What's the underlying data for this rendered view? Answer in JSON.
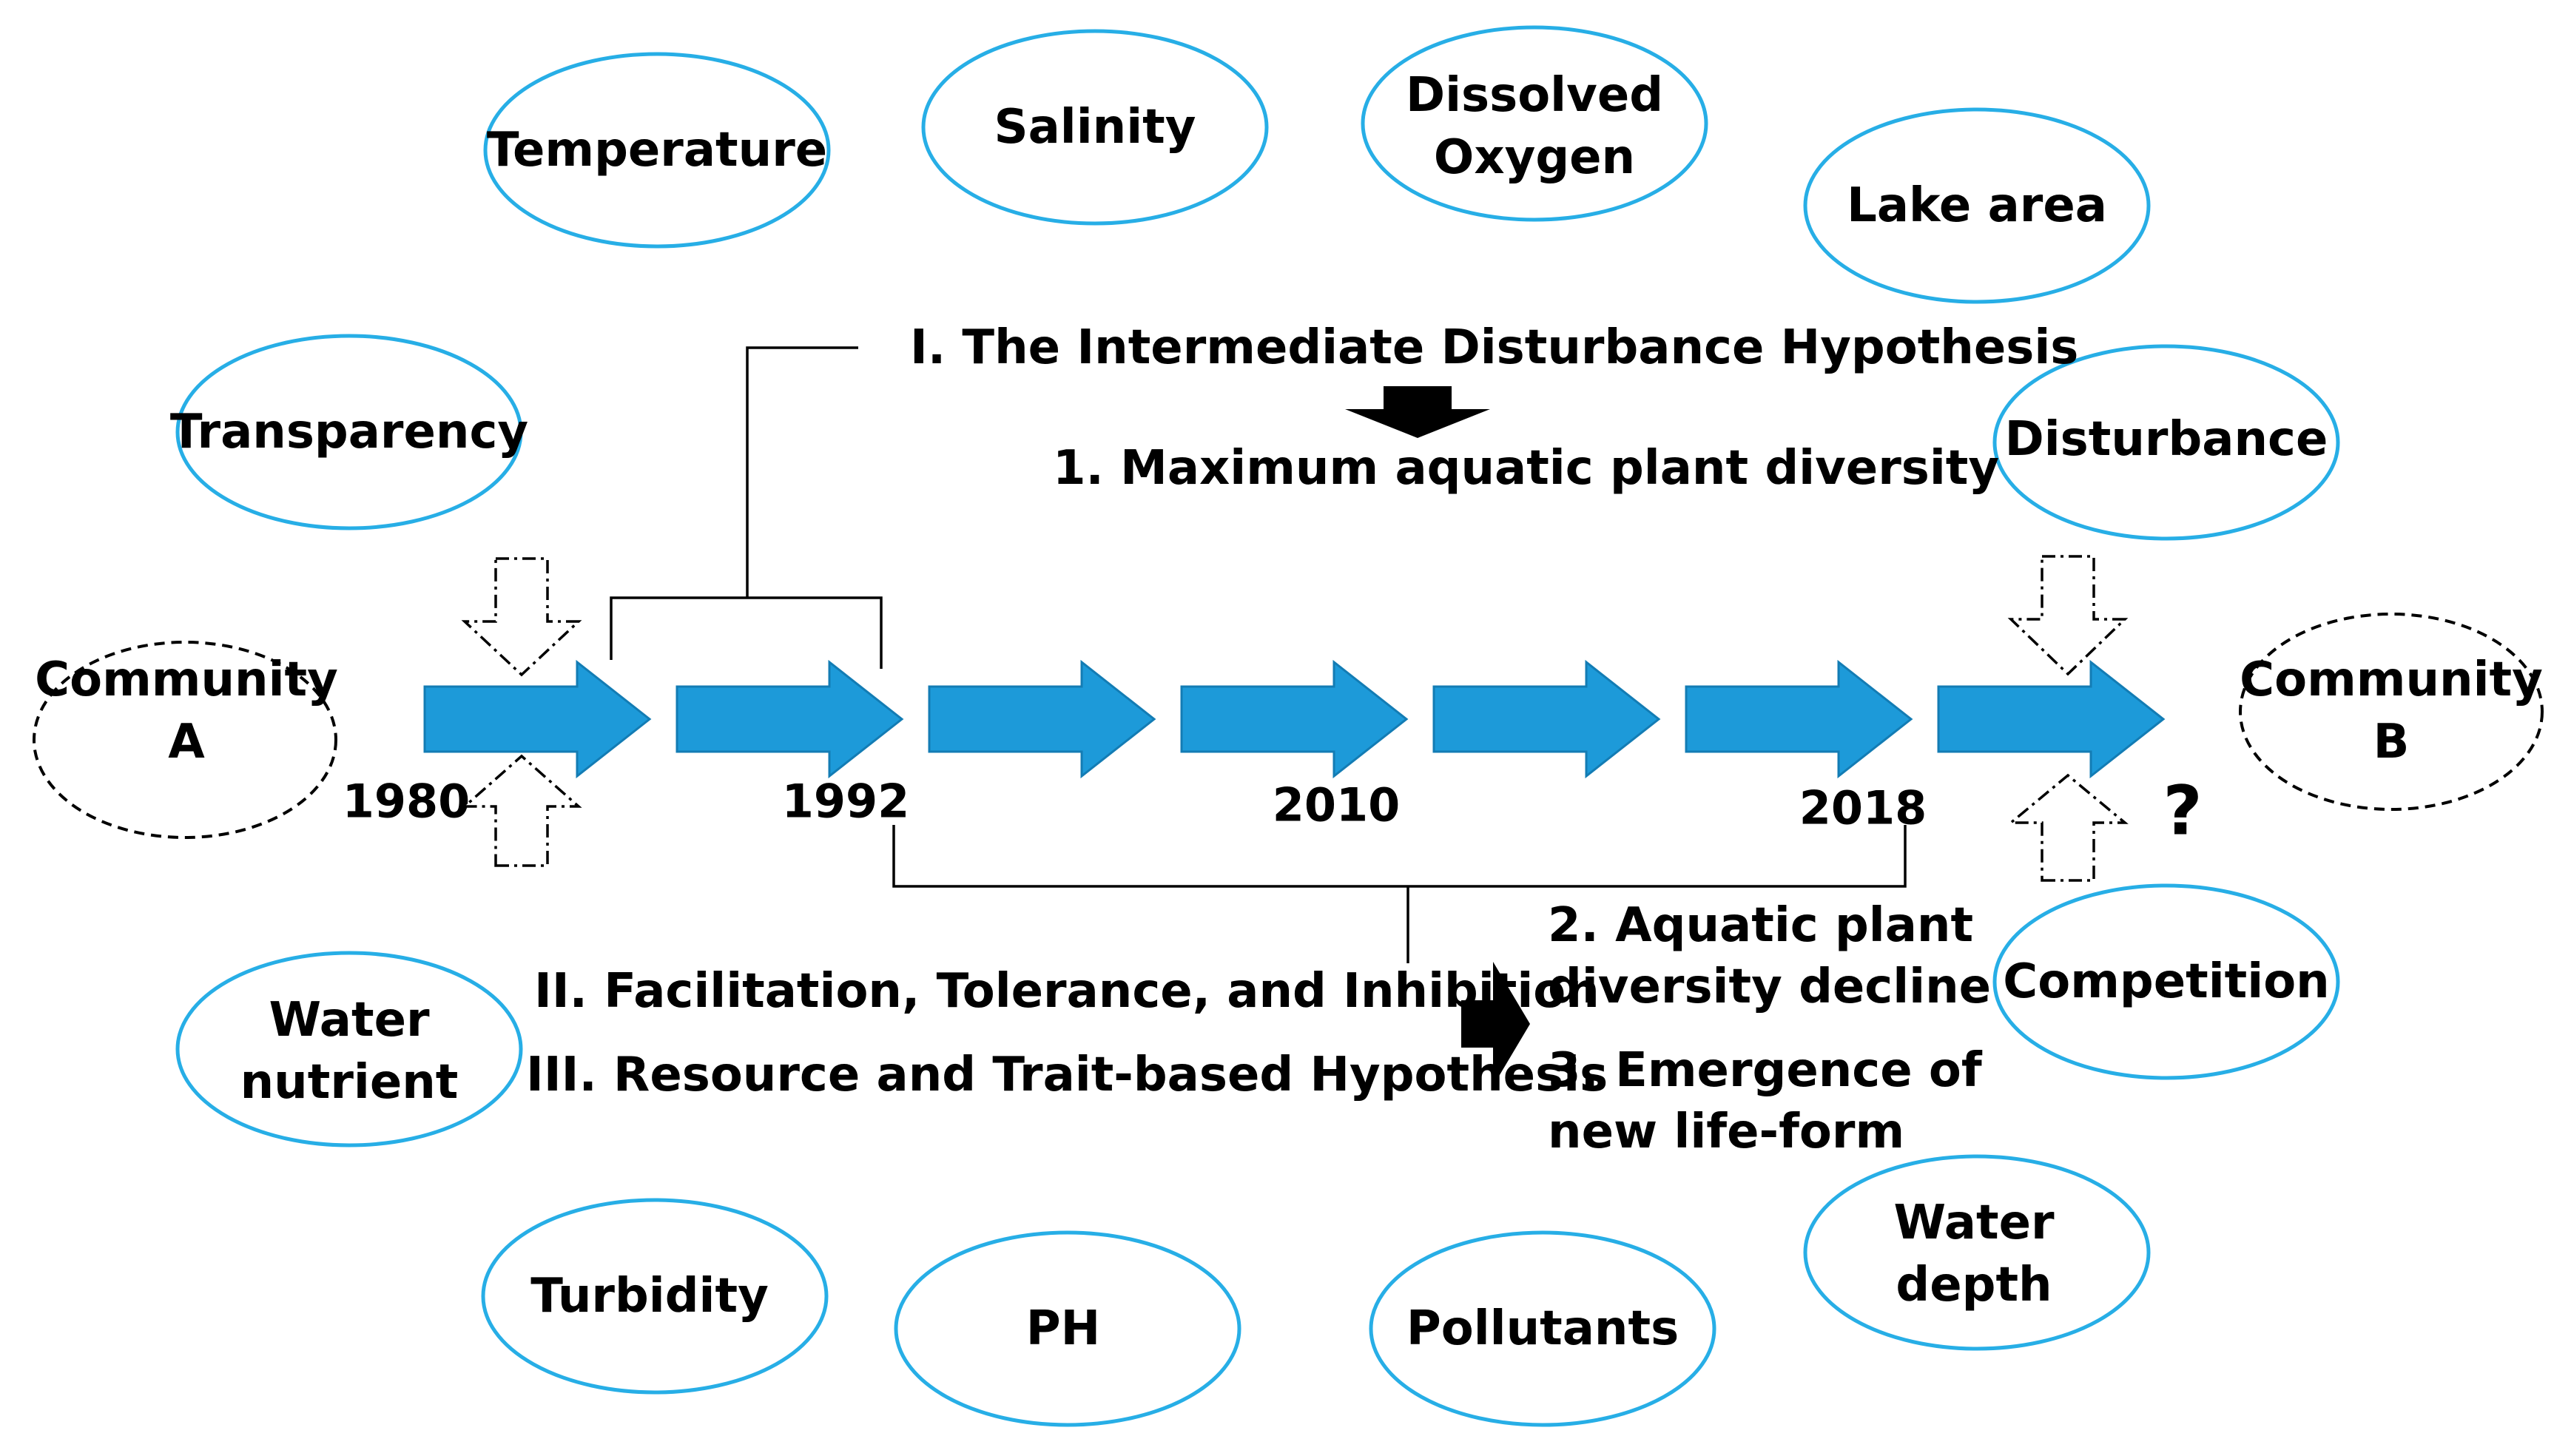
{
  "factors_top": [
    "Temperature",
    "Salinity",
    "Dissolved Oxygen",
    "Lake area"
  ],
  "factors_left": [
    "Transparency",
    "Water nutrient"
  ],
  "factors_bottom": [
    "Turbidity",
    "PH",
    "Pollutants",
    "Water depth"
  ],
  "drivers_right": [
    "Disturbance",
    "Competition"
  ],
  "community_a": "Community A",
  "community_b": "Community B",
  "years": [
    "1980",
    "1992",
    "2010",
    "2018"
  ],
  "unknown_mark": "?",
  "hypothesis_1": "I. The Intermediate Disturbance Hypothesis",
  "outcome_1": "1. Maximum aquatic plant diversity",
  "hypothesis_2": "II. Facilitation, Tolerance, and Inhibition",
  "hypothesis_3": "III. Resource and Trait-based Hypothesis",
  "outcome_2": "2. Aquatic plant diversity decline",
  "outcome_3": "3. Emergence of new life-form",
  "colors": {
    "factor_outline": "#27aee6",
    "timeline_arrow": "#1d9ad9",
    "community_outline": "#000000"
  }
}
